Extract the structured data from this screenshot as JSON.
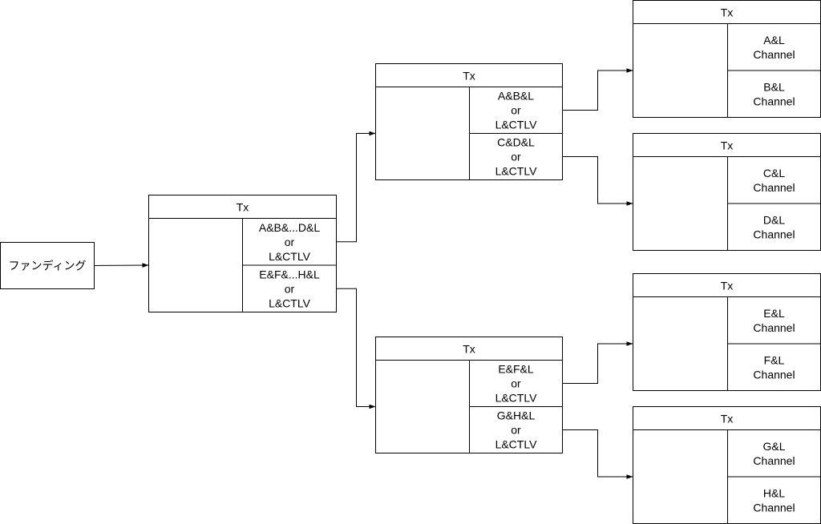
{
  "source": {
    "label": "ファンディング"
  },
  "tx_nodes": [
    {
      "id": "tx-root",
      "title": "Tx",
      "ports": [
        {
          "lines": [
            "A&B&...D&L",
            "or",
            "L&CTLV"
          ]
        },
        {
          "lines": [
            "E&F&...H&L",
            "or",
            "L&CTLV"
          ]
        }
      ]
    },
    {
      "id": "tx-abcd",
      "title": "Tx",
      "ports": [
        {
          "lines": [
            "A&B&L",
            "or",
            "L&CTLV"
          ]
        },
        {
          "lines": [
            "C&D&L",
            "or",
            "L&CTLV"
          ]
        }
      ]
    },
    {
      "id": "tx-efgh",
      "title": "Tx",
      "ports": [
        {
          "lines": [
            "E&F&L",
            "or",
            "L&CTLV"
          ]
        },
        {
          "lines": [
            "G&H&L",
            "or",
            "L&CTLV"
          ]
        }
      ]
    },
    {
      "id": "tx-ab",
      "title": "Tx",
      "ports": [
        {
          "lines": [
            "A&L",
            "Channel"
          ]
        },
        {
          "lines": [
            "B&L",
            "Channel"
          ]
        }
      ]
    },
    {
      "id": "tx-cd",
      "title": "Tx",
      "ports": [
        {
          "lines": [
            "C&L",
            "Channel"
          ]
        },
        {
          "lines": [
            "D&L",
            "Channel"
          ]
        }
      ]
    },
    {
      "id": "tx-ef",
      "title": "Tx",
      "ports": [
        {
          "lines": [
            "E&L",
            "Channel"
          ]
        },
        {
          "lines": [
            "F&L",
            "Channel"
          ]
        }
      ]
    },
    {
      "id": "tx-gh",
      "title": "Tx",
      "ports": [
        {
          "lines": [
            "G&L",
            "Channel"
          ]
        },
        {
          "lines": [
            "H&L",
            "Channel"
          ]
        }
      ]
    }
  ],
  "edges": [
    {
      "from": "source",
      "to": "tx-root"
    },
    {
      "from": "tx-root.0",
      "to": "tx-abcd"
    },
    {
      "from": "tx-root.1",
      "to": "tx-efgh"
    },
    {
      "from": "tx-abcd.0",
      "to": "tx-ab"
    },
    {
      "from": "tx-abcd.1",
      "to": "tx-cd"
    },
    {
      "from": "tx-efgh.0",
      "to": "tx-ef"
    },
    {
      "from": "tx-efgh.1",
      "to": "tx-gh"
    }
  ]
}
